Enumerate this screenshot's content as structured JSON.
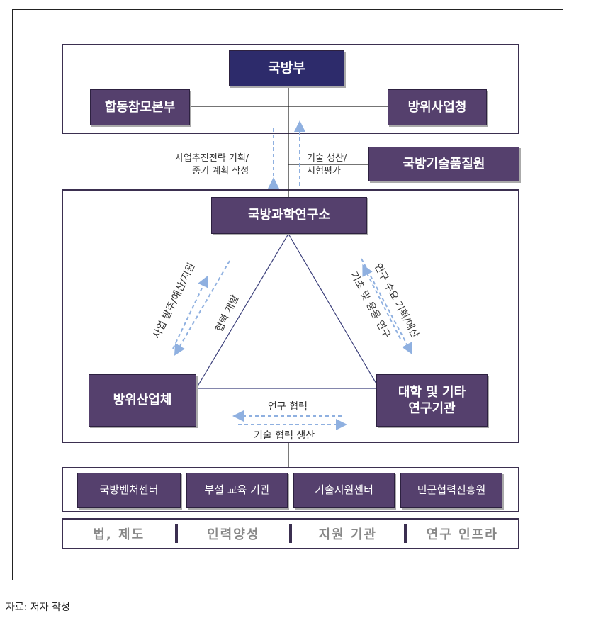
{
  "nodes": {
    "mnd": "국방부",
    "jcs": "합동참모본부",
    "dapa": "방위사업청",
    "dtaq": "국방기술품질원",
    "add": "국방과학연구소",
    "industry": "방위산업체",
    "university": "대학 및 기타\n연구기관"
  },
  "labels": {
    "planning": "사업추진전략 기획/\n중기 계획 작성",
    "tech_test": "기술 생산/\n시험평가",
    "left_outer": "사업 발주/예산/지원",
    "left_inner": "협력 개발",
    "right_outer": "연구 수요 기획/예산",
    "right_inner": "기초 및 응용 연구",
    "bottom_top": "연구 협력",
    "bottom_bottom": "기술 협력 생산"
  },
  "support": [
    "국방벤처센터",
    "부설 교육 기관",
    "기술지원센터",
    "민군협력진흥원"
  ],
  "infra": [
    "법, 제도",
    "인력양성",
    "지원 기관",
    "연구 인프라"
  ],
  "source": "자료: 저자 작성",
  "colors": {
    "box": "#55406d",
    "box_top": "#2d2b6b",
    "arrow": "#8fb0e0",
    "border": "#3b2f50"
  }
}
